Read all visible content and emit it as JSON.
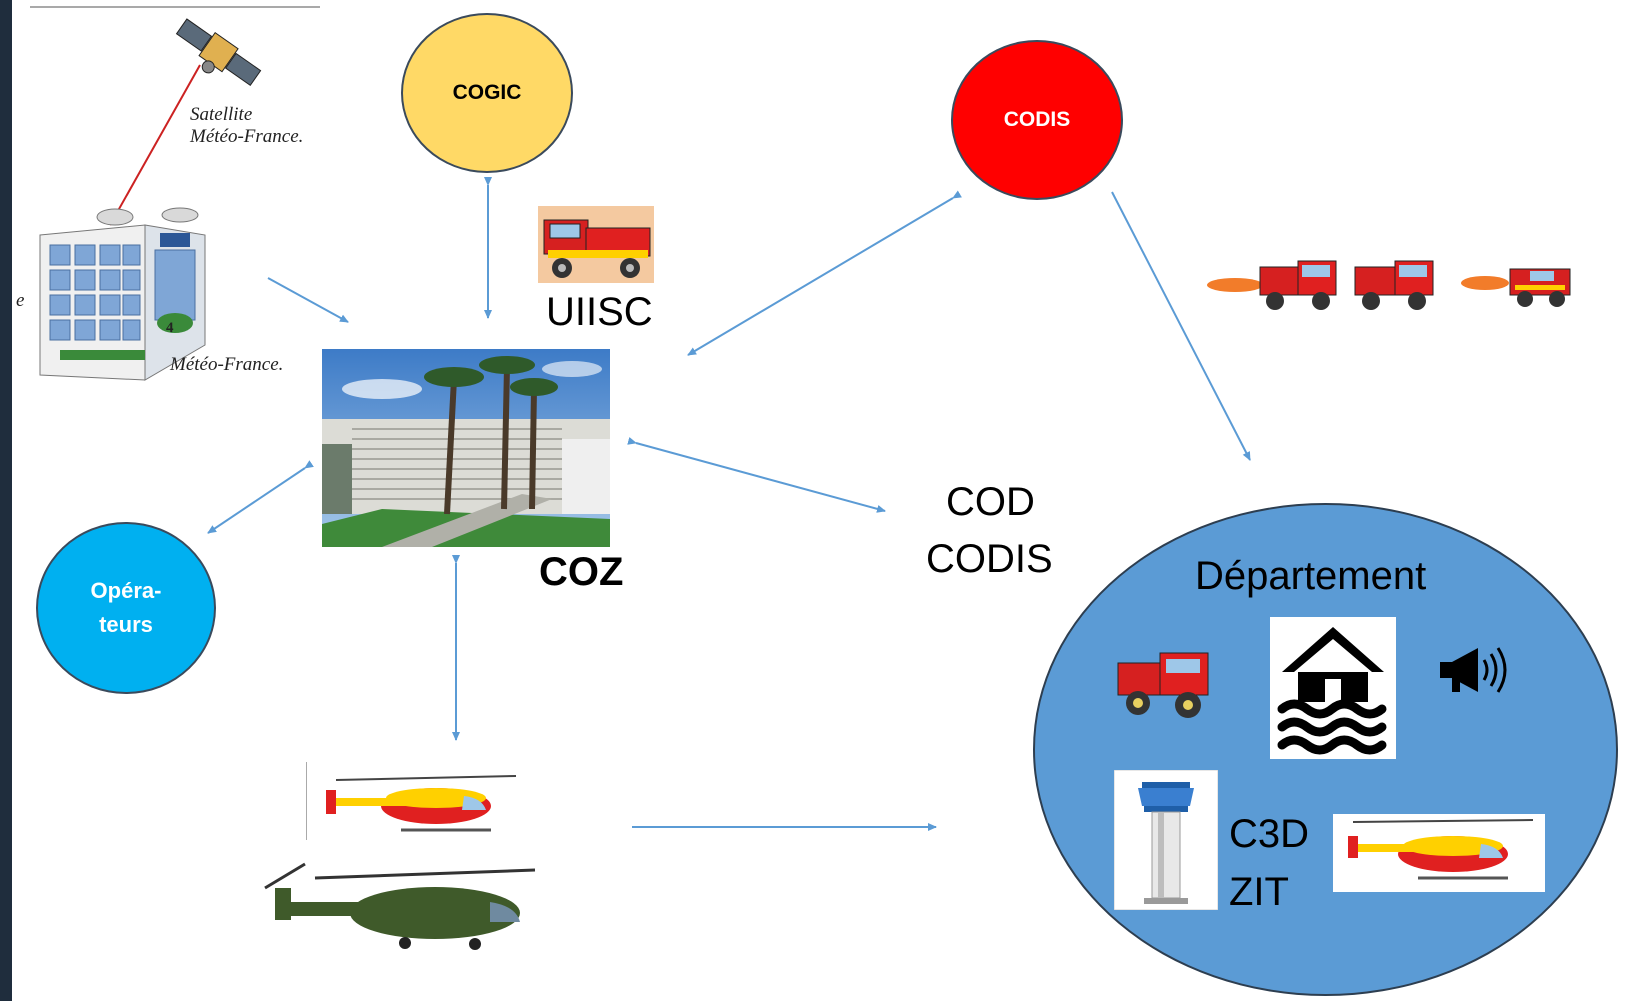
{
  "nodes": {
    "cogic": "COGIC",
    "codis_top": "CODIS",
    "operateurs": "Opéra-\nteurs",
    "uiisc": "UIISC",
    "coz": "COZ",
    "cod": "COD",
    "codis_center": "CODIS",
    "departement": "Département",
    "c3d": "C3D",
    "zit": "ZIT"
  },
  "captions": {
    "satellite_line1": "Satellite",
    "satellite_line2": "Météo-France.",
    "meteo_france": "Météo-France.",
    "meteo_marker": "4",
    "edge_letter": "e"
  },
  "colors": {
    "cogic": "#ffd966",
    "codis": "#ff0000",
    "operateurs": "#00b0f0",
    "departement": "#5b9bd5",
    "arrow": "#5b9bd5",
    "satellite_beam": "#cc2222"
  },
  "icons": [
    "satellite-icon",
    "meteo-building-icon",
    "fire-truck-icon",
    "coz-building-photo",
    "helicopter-civil-icon",
    "helicopter-military-icon",
    "vehicle-convoy-icon",
    "flood-house-icon",
    "megaphone-icon",
    "control-tower-icon"
  ]
}
